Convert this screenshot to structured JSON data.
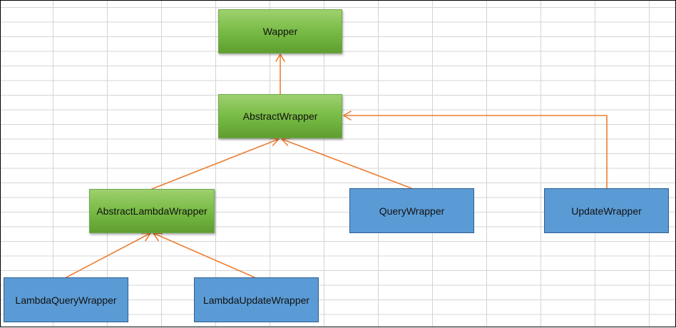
{
  "diagram": {
    "edge_color": "#ed7d31",
    "node_colors": {
      "abstract_fill": "#78bb45",
      "concrete_fill": "#5b9bd5",
      "concrete_border": "#2e5e8e"
    },
    "nodes": {
      "wapper": {
        "label": "Wapper"
      },
      "abstract_wrapper": {
        "label": "AbstractWrapper"
      },
      "abstract_lambda_wrapper": {
        "label": "AbstractLambdaWrapper"
      },
      "query_wrapper": {
        "label": "QueryWrapper"
      },
      "update_wrapper": {
        "label": "UpdateWrapper"
      },
      "lambda_query_wrapper": {
        "label": "LambdaQueryWrapper"
      },
      "lambda_update_wrapper": {
        "label": "LambdaUpdateWrapper"
      }
    }
  }
}
